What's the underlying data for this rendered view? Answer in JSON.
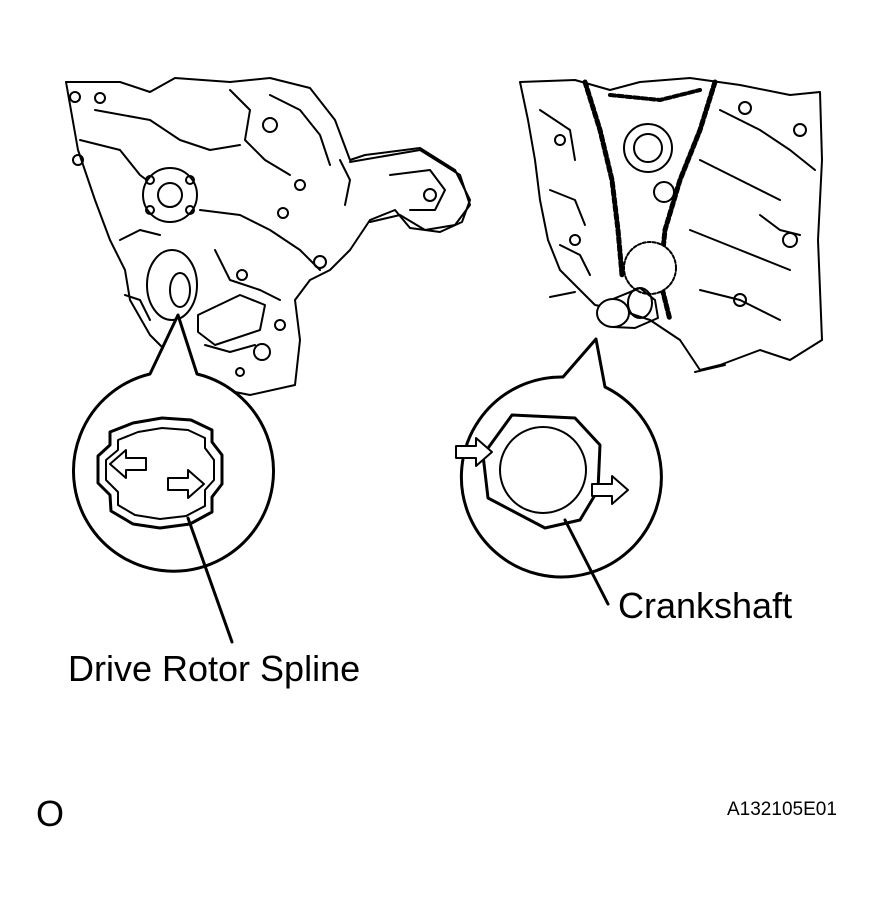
{
  "labels": {
    "drive_rotor_spline": "Drive Rotor Spline",
    "crankshaft": "Crankshaft",
    "step_marker": "O",
    "figure_code": "A132105E01"
  },
  "icons": [
    "left-engine-illustration",
    "right-engine-illustration",
    "spline-detail-icon",
    "crankshaft-detail-icon",
    "arrow-icon"
  ],
  "colors": {
    "line": "#000000",
    "background": "#ffffff"
  }
}
